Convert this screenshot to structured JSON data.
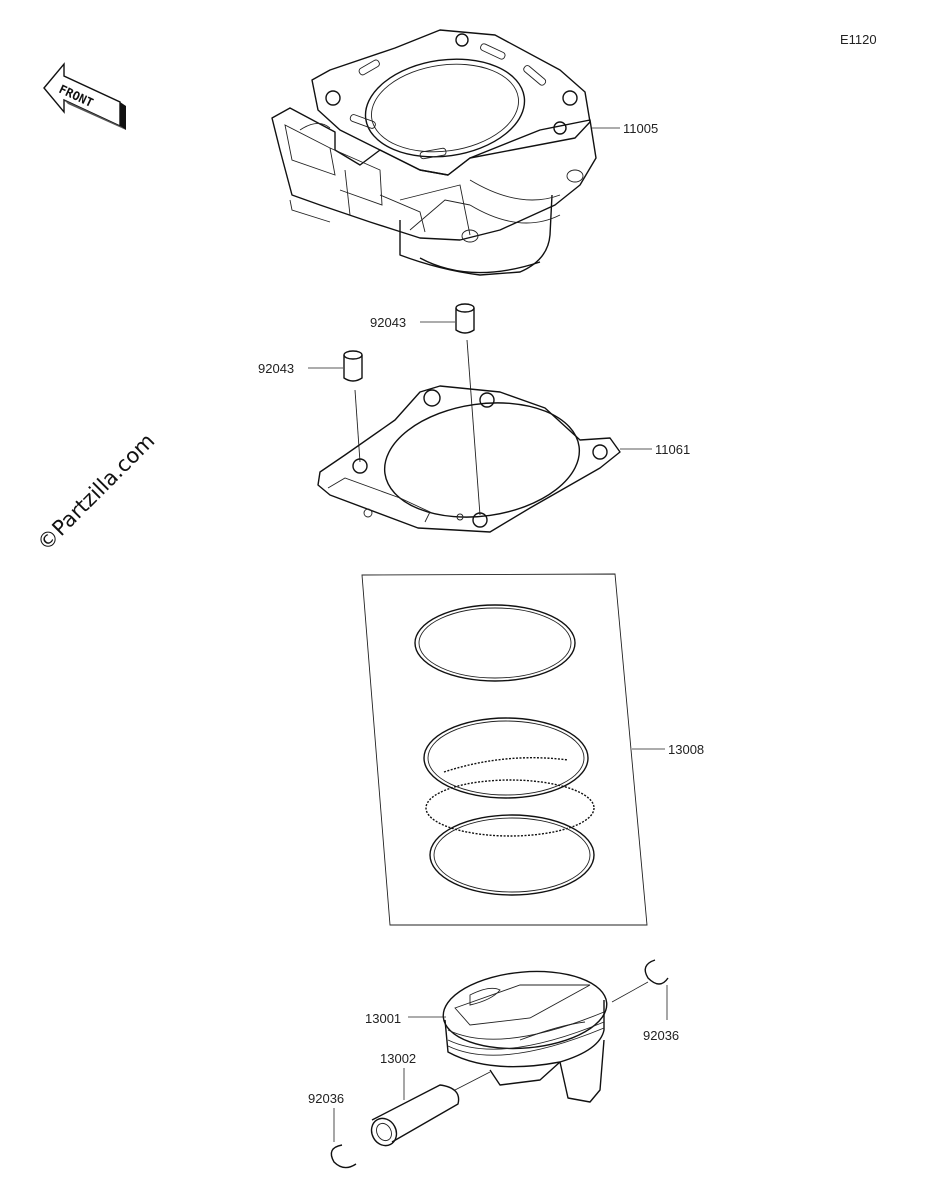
{
  "diagram_code": "E1120",
  "watermark": "©Partzilla.com",
  "front_arrow": {
    "label": "FRONT",
    "icon": "front-direction-arrow-icon"
  },
  "parts": {
    "cylinder": "11005",
    "dowel_pin_top": "92043",
    "dowel_pin_left": "92043",
    "cylinder_gasket": "11061",
    "piston_ring_set": "13008",
    "piston": "13001",
    "piston_pin": "13002",
    "circlip_right": "92036",
    "circlip_left": "92036"
  }
}
